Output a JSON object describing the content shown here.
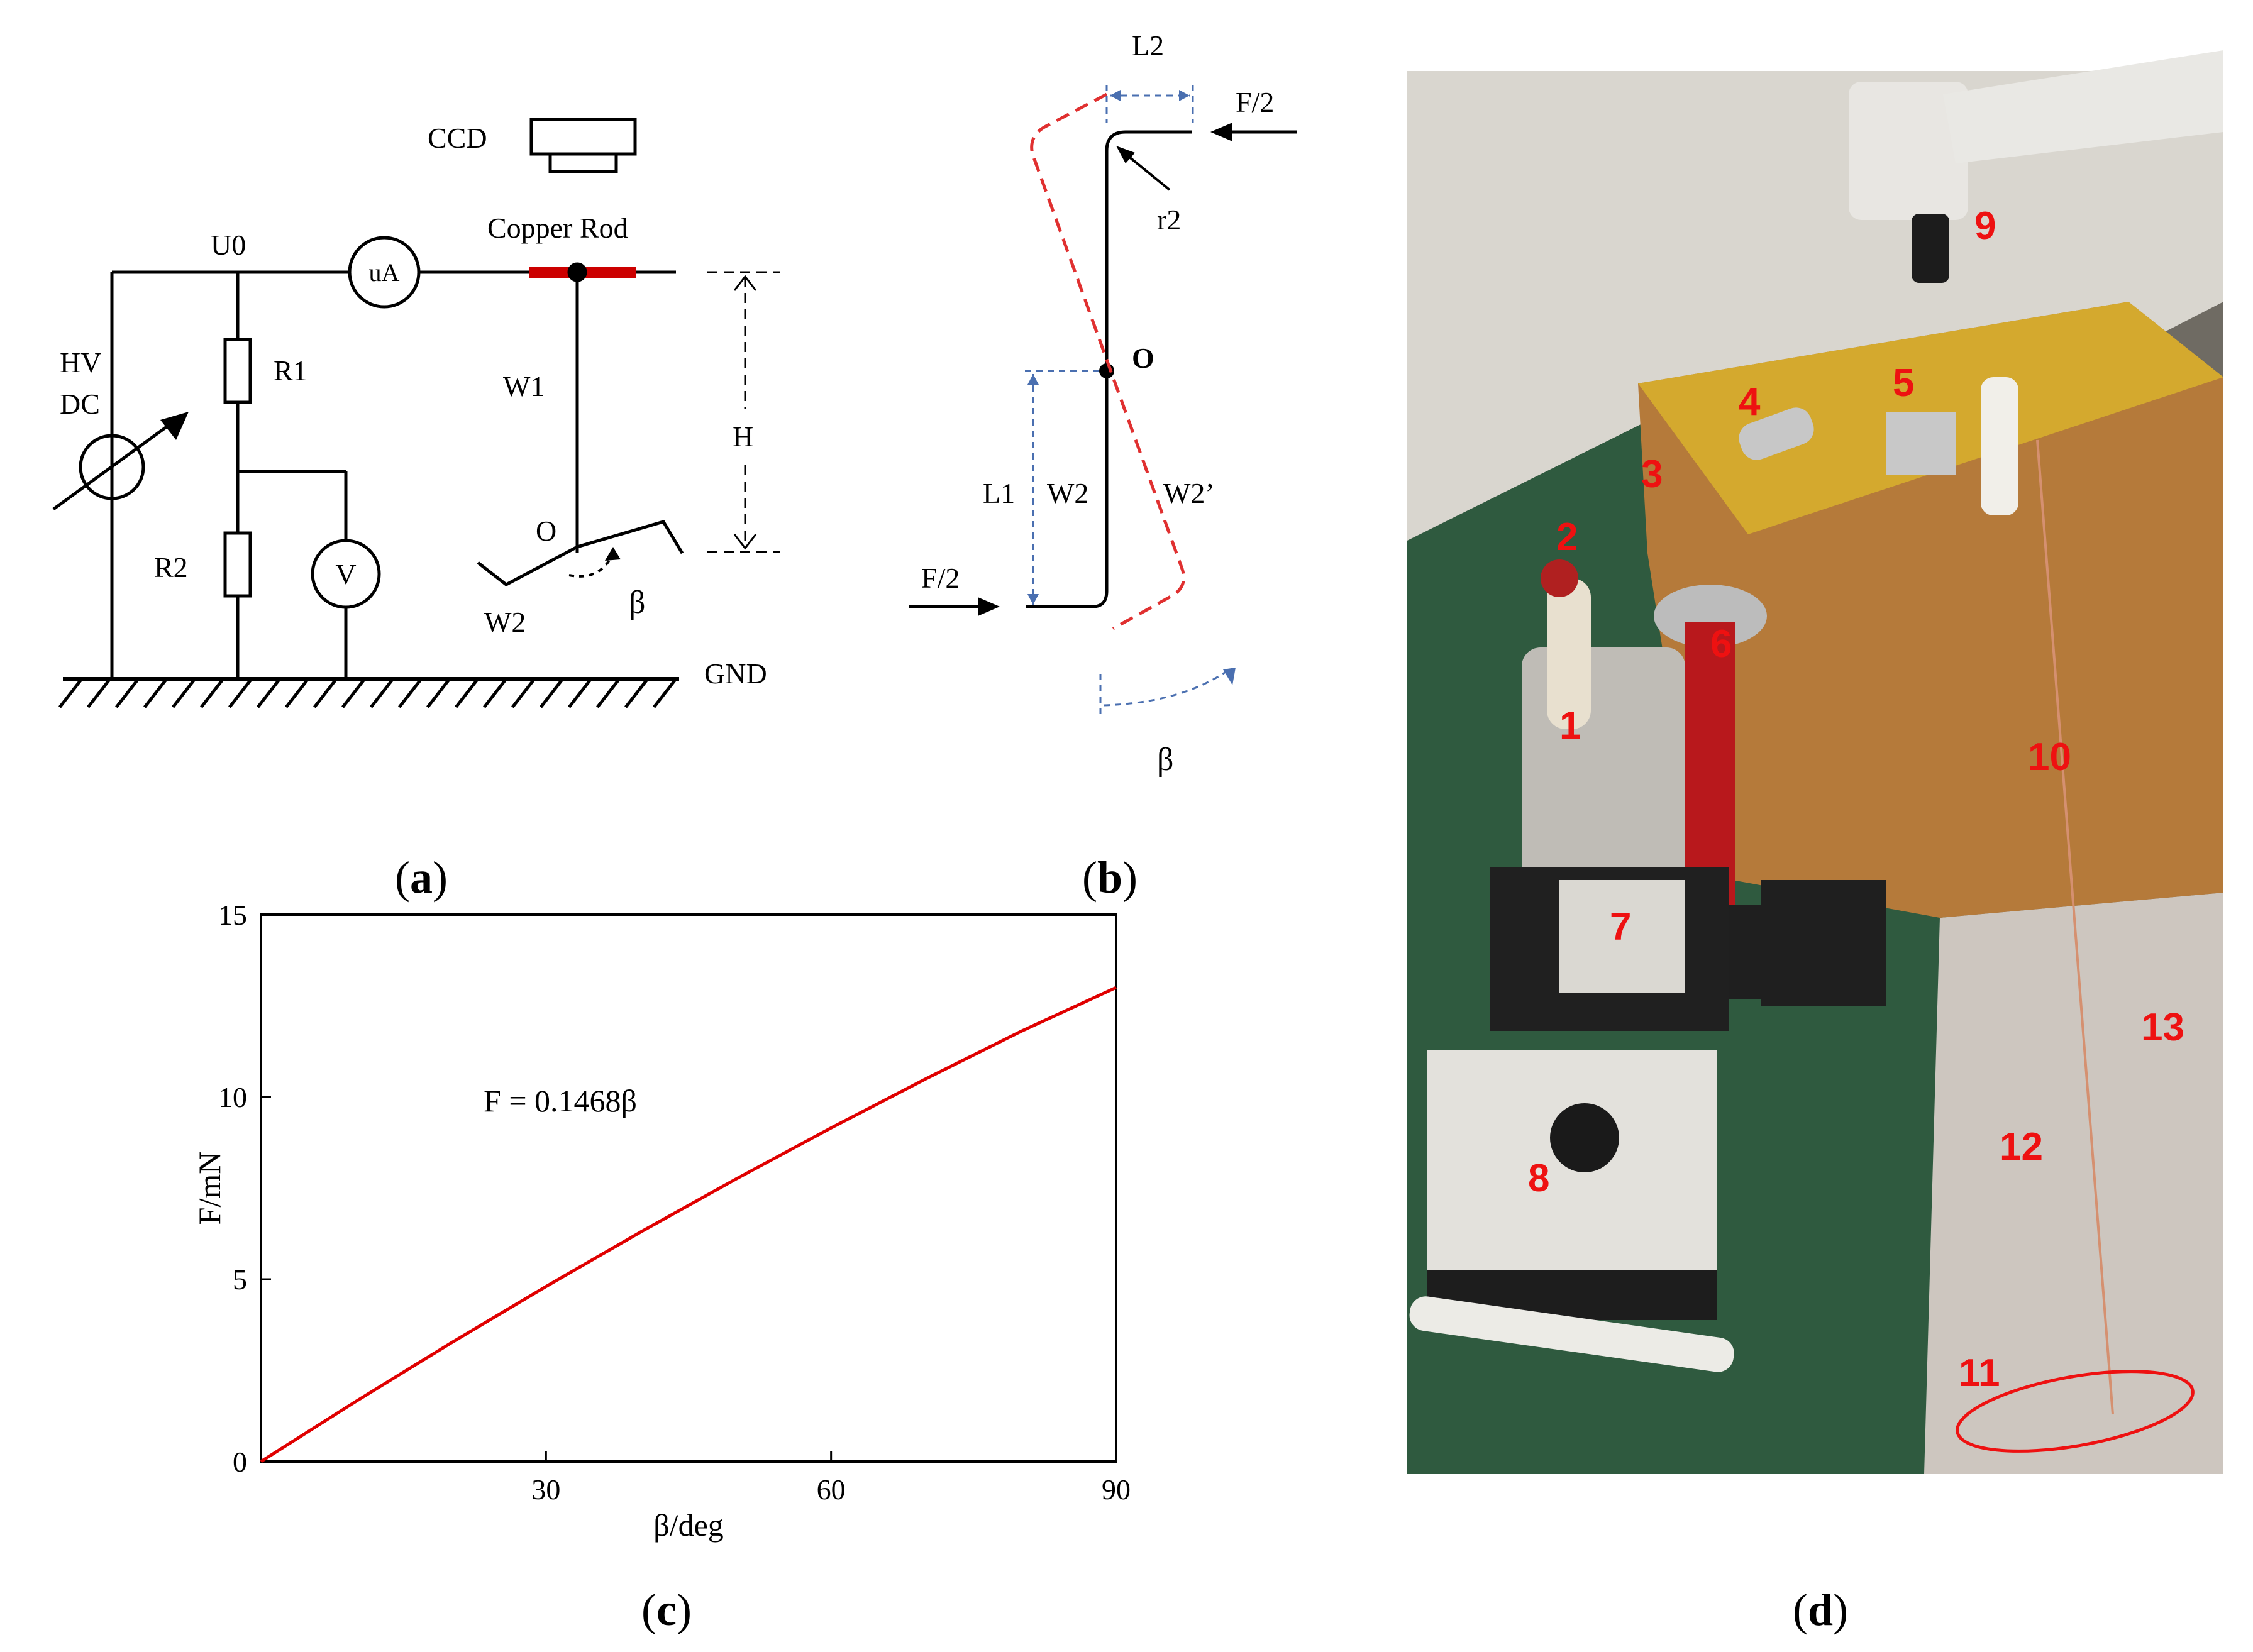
{
  "panel_a": {
    "label": "a",
    "ccd": "CCD",
    "u0": "U0",
    "ammeter": "uA",
    "copper_rod": "Copper Rod",
    "hv": "HV",
    "dc": "DC",
    "r1": "R1",
    "r2": "R2",
    "voltmeter": "V",
    "w1": "W1",
    "o": "O",
    "w2": "W2",
    "beta": "β",
    "h": "H",
    "gnd": "GND",
    "colors": {
      "rod": "#cc0000",
      "line": "#000000"
    }
  },
  "panel_b": {
    "label": "b",
    "l2": "L2",
    "f_half_top": "F/2",
    "r2": "r2",
    "o": "O",
    "l1": "L1",
    "w2": "W2",
    "w2_prime": "W2’",
    "f_half_bottom": "F/2",
    "beta": "β",
    "colors": {
      "deflected": "#e03030",
      "dim": "#4a6fb0"
    }
  },
  "panel_c": {
    "label": "c",
    "equation": "F = 0.1468β",
    "color": "#e00000"
  },
  "chart_data": {
    "type": "line",
    "xlabel": "β/deg",
    "ylabel": "F/mN",
    "xlim": [
      0,
      90
    ],
    "ylim": [
      0,
      15
    ],
    "xticks": [
      30,
      60,
      90
    ],
    "yticks": [
      0,
      5,
      10,
      15
    ],
    "grid": false,
    "series": [
      {
        "x": [
          0,
          10,
          20,
          30,
          40,
          50,
          60,
          70,
          80,
          90
        ],
        "y": [
          0,
          1.65,
          3.25,
          4.8,
          6.3,
          7.75,
          9.15,
          10.5,
          11.8,
          13.0
        ]
      }
    ]
  },
  "panel_d": {
    "label": "d",
    "callouts": [
      "1",
      "2",
      "3",
      "4",
      "5",
      "6",
      "7",
      "8",
      "9",
      "10",
      "11",
      "12",
      "13"
    ],
    "callout_color": "#ee1111"
  }
}
